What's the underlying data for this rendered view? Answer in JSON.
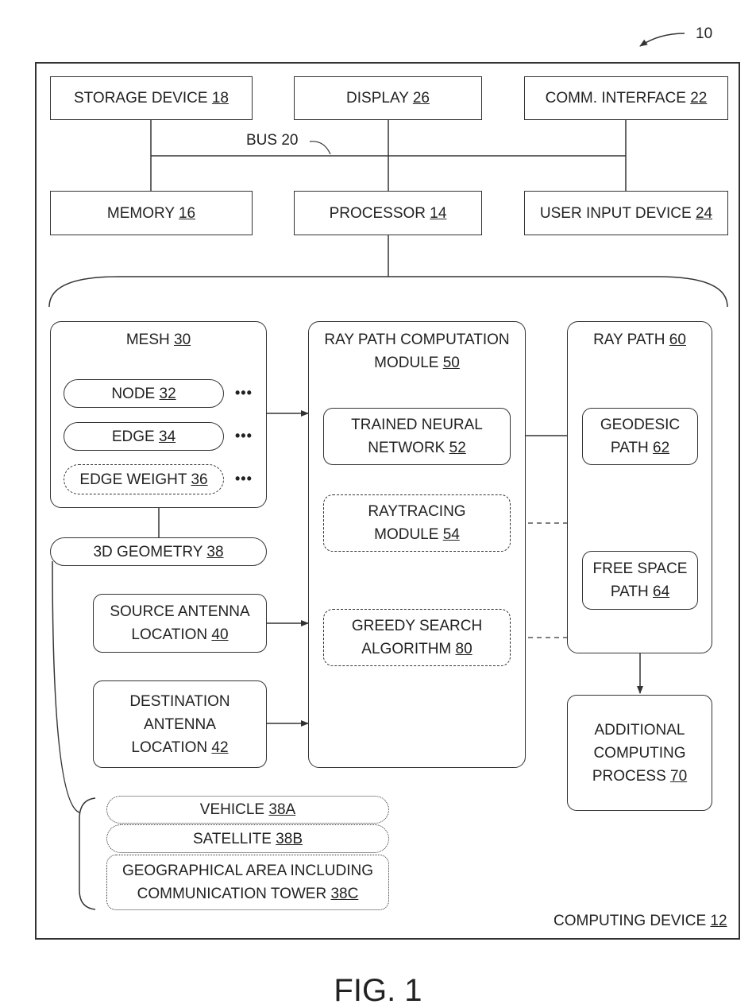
{
  "figure_ref": "10",
  "caption": "FIG. 1",
  "bus_label": "BUS 20",
  "computing_device": {
    "name": "COMPUTING DEVICE",
    "ref": "12"
  },
  "blocks": {
    "storage": {
      "name": "STORAGE DEVICE",
      "ref": "18"
    },
    "display": {
      "name": "DISPLAY",
      "ref": "26"
    },
    "comm": {
      "name": "COMM. INTERFACE",
      "ref": "22"
    },
    "memory": {
      "name": "MEMORY",
      "ref": "16"
    },
    "processor": {
      "name": "PROCESSOR",
      "ref": "14"
    },
    "user_input": {
      "name": "USER INPUT DEVICE",
      "ref": "24"
    }
  },
  "mesh": {
    "title": "MESH",
    "ref": "30",
    "node": {
      "name": "NODE",
      "ref": "32"
    },
    "edge": {
      "name": "EDGE",
      "ref": "34"
    },
    "edge_weight": {
      "name": "EDGE WEIGHT",
      "ref": "36"
    },
    "ellipsis": "•••"
  },
  "geometry": {
    "name": "3D GEOMETRY",
    "ref": "38"
  },
  "source": {
    "line1": "SOURCE ANTENNA",
    "line2": "LOCATION",
    "ref": "40"
  },
  "destination": {
    "line1": "DESTINATION",
    "line2": "ANTENNA",
    "line3": "LOCATION",
    "ref": "42"
  },
  "ray_module": {
    "line1": "RAY PATH COMPUTATION",
    "line2": "MODULE",
    "ref": "50",
    "neural": {
      "line1": "TRAINED NEURAL",
      "line2": "NETWORK",
      "ref": "52"
    },
    "raytracing": {
      "line1": "RAYTRACING",
      "line2": "MODULE",
      "ref": "54"
    },
    "greedy": {
      "line1": "GREEDY SEARCH",
      "line2": "ALGORITHM",
      "ref": "80"
    }
  },
  "ray_path": {
    "title": "RAY PATH",
    "ref": "60",
    "geodesic": {
      "line1": "GEODESIC",
      "line2": "PATH",
      "ref": "62"
    },
    "free_space": {
      "line1": "FREE SPACE",
      "line2": "PATH",
      "ref": "64"
    }
  },
  "additional": {
    "line1": "ADDITIONAL",
    "line2": "COMPUTING",
    "line3": "PROCESS",
    "ref": "70"
  },
  "examples": {
    "vehicle": {
      "name": "VEHICLE",
      "ref": "38A"
    },
    "satellite": {
      "name": "SATELLITE",
      "ref": "38B"
    },
    "geo": {
      "line1": "GEOGRAPHICAL AREA INCLUDING",
      "line2": "COMMUNICATION TOWER",
      "ref": "38C"
    }
  }
}
